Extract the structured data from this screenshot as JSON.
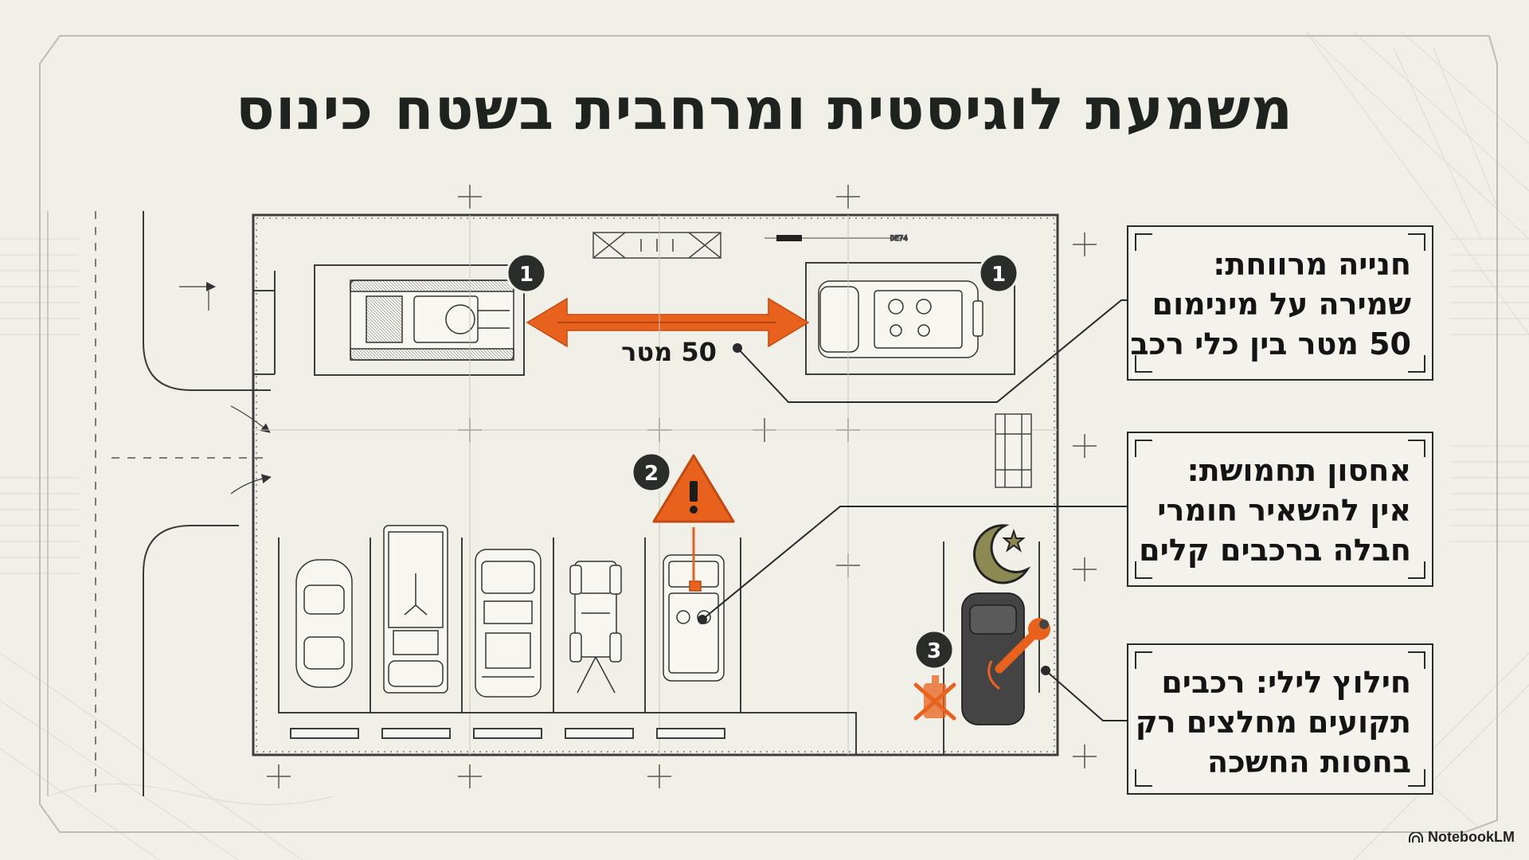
{
  "title": "משמעת לוגיסטית ומרחבית בשטח כינוס",
  "distance_label": "50 מטר",
  "callouts": [
    {
      "id": "dispersed-parking",
      "lines": [
        "חנייה מרווחת:",
        "שמירה על מינימום",
        "50 מטר בין כלי רכב"
      ]
    },
    {
      "id": "ammo-storage",
      "lines": [
        "אחסון תחמושת:",
        "אין להשאיר חומרי",
        "חבלה ברכבים קלים"
      ]
    },
    {
      "id": "night-recovery",
      "lines": [
        "חילוץ לילי: רכבים",
        "תקועים מחלצים רק",
        "בחסות החשכה"
      ]
    }
  ],
  "badges": {
    "one": "1",
    "two": "2",
    "three": "3"
  },
  "brand": "NotebookLM",
  "colors": {
    "accent_orange": "#e8621e",
    "badge_dark": "#2b2d2b",
    "moon_olive": "#8c8a52",
    "line_dark": "#2a2a2a",
    "background": "#f0efe8"
  },
  "icons": [
    "warning-triangle-icon",
    "moon-star-icon",
    "wrench-icon",
    "crossed-jerrycan-icon",
    "notebooklm-logo-icon"
  ]
}
